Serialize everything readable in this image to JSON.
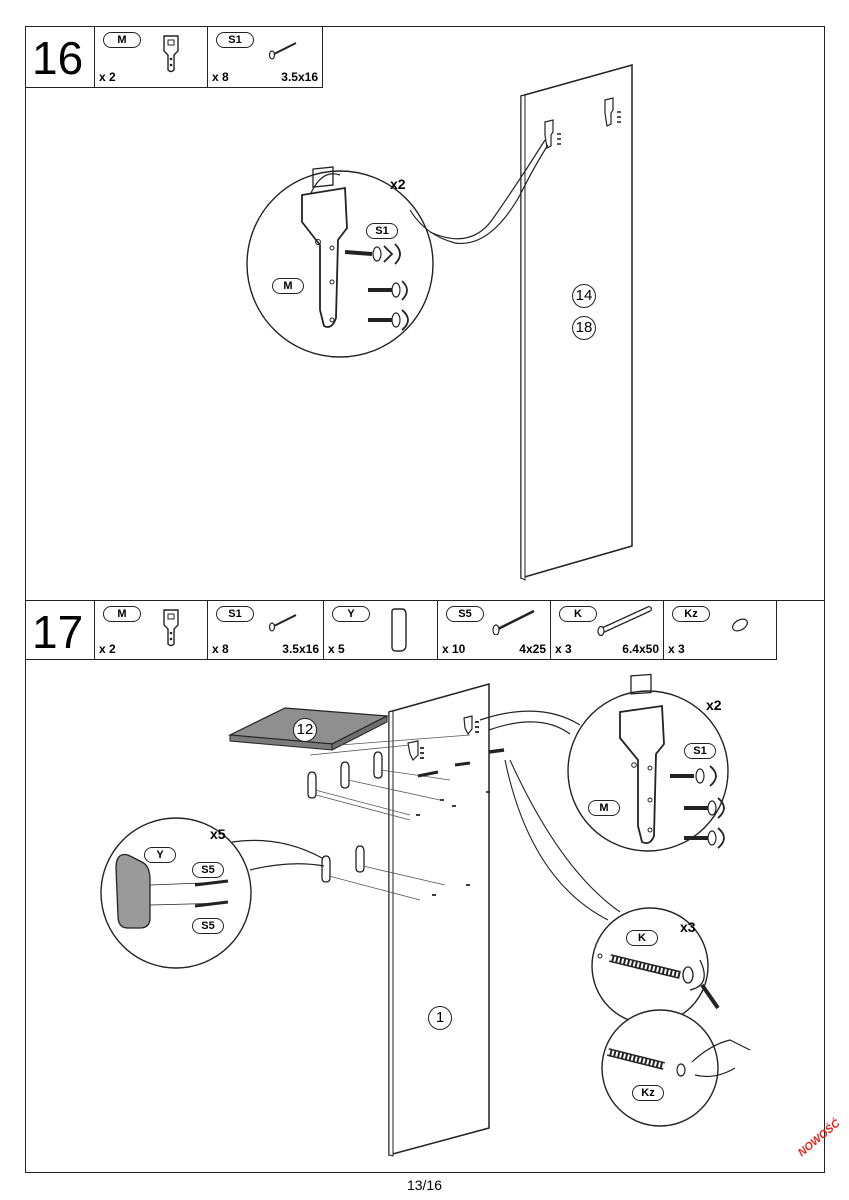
{
  "steps": [
    {
      "number": "16",
      "parts": [
        {
          "code": "M",
          "qty": "x 2",
          "size": "",
          "icon": "mounting-plate-icon"
        },
        {
          "code": "S1",
          "qty": "x 8",
          "size": "3.5x16",
          "icon": "screw-icon"
        }
      ],
      "callout": {
        "multiplier": "x2",
        "labels": [
          "S1",
          "M"
        ]
      },
      "panel_labels": [
        "14",
        "18"
      ]
    },
    {
      "number": "17",
      "parts": [
        {
          "code": "M",
          "qty": "x 2",
          "size": "",
          "icon": "mounting-plate-icon"
        },
        {
          "code": "S1",
          "qty": "x 8",
          "size": "3.5x16",
          "icon": "screw-icon"
        },
        {
          "code": "Y",
          "qty": "x 5",
          "size": "",
          "icon": "hook-icon"
        },
        {
          "code": "S5",
          "qty": "x 10",
          "size": "4x25",
          "icon": "long-screw-icon"
        },
        {
          "code": "K",
          "qty": "x 3",
          "size": "6.4x50",
          "icon": "wall-plug-icon"
        },
        {
          "code": "Kz",
          "qty": "x 3",
          "size": "",
          "icon": "cap-icon"
        }
      ],
      "shelf_label": "12",
      "panel_label": "1",
      "callout_hooks": {
        "multiplier": "x5",
        "labels": [
          "Y",
          "S5",
          "S5"
        ]
      },
      "callout_plate": {
        "multiplier": "x2",
        "labels": [
          "S1",
          "M"
        ]
      },
      "callout_plug": {
        "multiplier": "x3",
        "label": "K"
      },
      "callout_cap": {
        "label": "Kz"
      }
    }
  ],
  "footer": {
    "page": "13/16",
    "badge": "NOWOŚĆ"
  },
  "colors": {
    "line": "#222222",
    "shelf_fill": "#8f8f8f",
    "hook_fill": "#9a9a9a",
    "badge": "#e0251b"
  }
}
